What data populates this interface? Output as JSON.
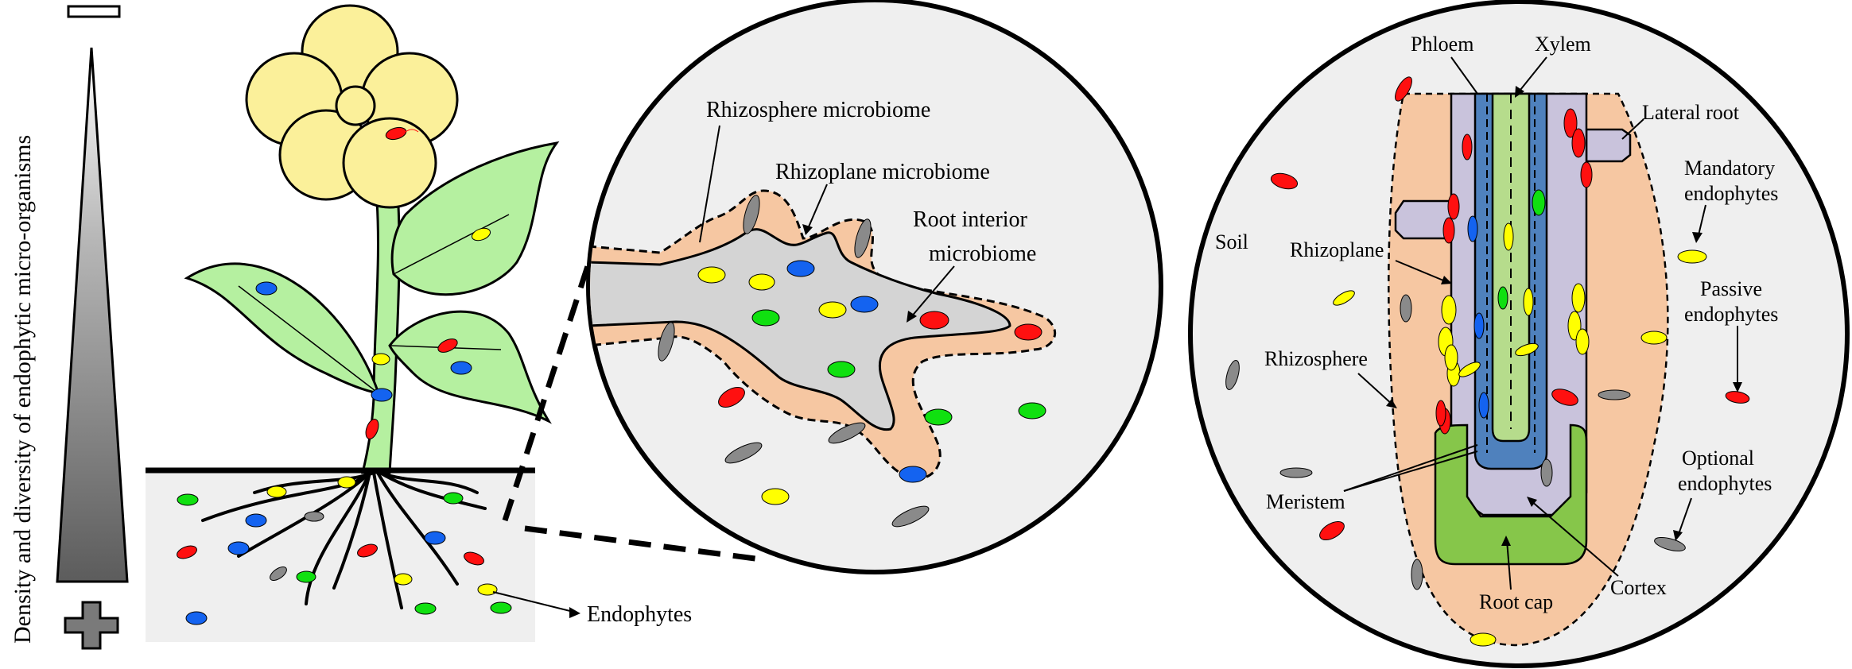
{
  "left_axis": {
    "label": "Density and diversity of endophytic micro-organisms",
    "top_symbol": "minus",
    "bottom_symbol": "plus"
  },
  "plant_panel": {
    "endophytes_label": "Endophytes"
  },
  "zoom_panel": {
    "rhizosphere_label": "Rhizosphere microbiome",
    "rhizoplane_label": "Rhizoplane  microbiome",
    "root_interior_line1": "Root interior",
    "root_interior_line2": "microbiome"
  },
  "root_panel": {
    "phloem": "Phloem",
    "xylem": "Xylem",
    "lateral_root": "Lateral root",
    "mandatory_line1": "Mandatory",
    "mandatory_line2": "endophytes",
    "passive_line1": "Passive",
    "passive_line2": "endophytes",
    "optional_line1": "Optional",
    "optional_line2": "endophytes",
    "soil": "Soil",
    "rhizoplane": "Rhizoplane",
    "rhizosphere": "Rhizosphere",
    "meristem": "Meristem",
    "root_cap": "Root cap",
    "cortex": "Cortex"
  },
  "colors": {
    "petal": "#fbf09a",
    "leaf": "#b5f0a0",
    "soil_bg": "#efefef",
    "rhizosphere": "#f6c7a2",
    "cortex": "#c9c3dc",
    "vascular": "#4f81bd",
    "xylem_core": "#b6dc8c",
    "root_cap": "#86c64a",
    "bacteria_red": "#ff1010",
    "bacteria_yellow": "#ffff00",
    "bacteria_blue": "#1463f0",
    "bacteria_green": "#10e010",
    "bacteria_grey": "#8a8a8a"
  }
}
